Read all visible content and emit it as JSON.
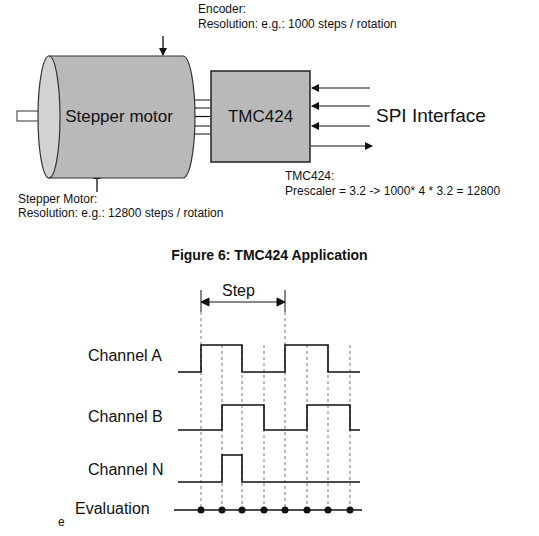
{
  "diagram": {
    "nodes": [
      {
        "text": [
          "Stepper motor"
        ]
      },
      {
        "text": [
          "TMC424"
        ]
      }
    ],
    "edges": [
      {
        "from": 0,
        "to": 1,
        "arrow": "none"
      }
    ],
    "labels": [
      "Encoder:",
      "Resolution: e.g.: 1000 steps / rotation",
      "SPI Interface",
      "Stepper Motor:",
      "Resolution: e.g.: 12800 steps / rotation",
      "TMC424:",
      "Prescaler = 3.2 -> 1000* 4 * 3.2 = 12800",
      "Figure 6: TMC424 Application",
      "Step",
      "Channel A",
      "Channel B",
      "Channel N",
      "Evaluation",
      "e"
    ]
  }
}
